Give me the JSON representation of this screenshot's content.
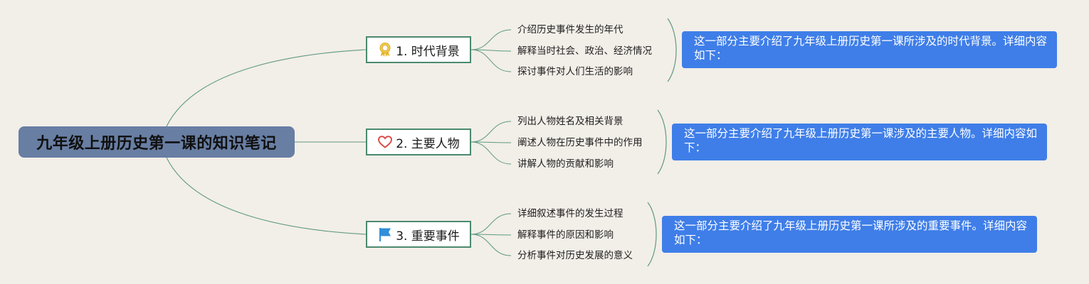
{
  "canvas": {
    "background": "#f2eee8"
  },
  "root": {
    "title": "九年级上册历史第一课的知识笔记",
    "color": "#687ea3"
  },
  "topics": [
    {
      "label": "1. 时代背景",
      "icon": "ribbon-badge-icon",
      "subtopics": [
        "介绍历史事件发生的年代",
        "解释当时社会、政治、经济情况",
        "探讨事件对人们生活的影响"
      ],
      "note": "这一部分主要介绍了九年级上册历史第一课所涉及的时代背景。详细内容如下："
    },
    {
      "label": "2. 主要人物",
      "icon": "heart-icon",
      "subtopics": [
        "列出人物姓名及相关背景",
        "阐述人物在历史事件中的作用",
        "讲解人物的贡献和影响"
      ],
      "note": "这一部分主要介绍了九年级上册历史第一课涉及的主要人物。详细内容如下："
    },
    {
      "label": "3. 重要事件",
      "icon": "flag-icon",
      "subtopics": [
        "详细叙述事件的发生过程",
        "解释事件的原因和影响",
        "分析事件对历史发展的意义"
      ],
      "note": "这一部分主要介绍了九年级上册历史第一课所涉及的重要事件。详细内容如下："
    }
  ],
  "colors": {
    "connector": "#5e9a80",
    "topic_border": "#4a8a6e",
    "note_background": "#3f7ee8"
  }
}
